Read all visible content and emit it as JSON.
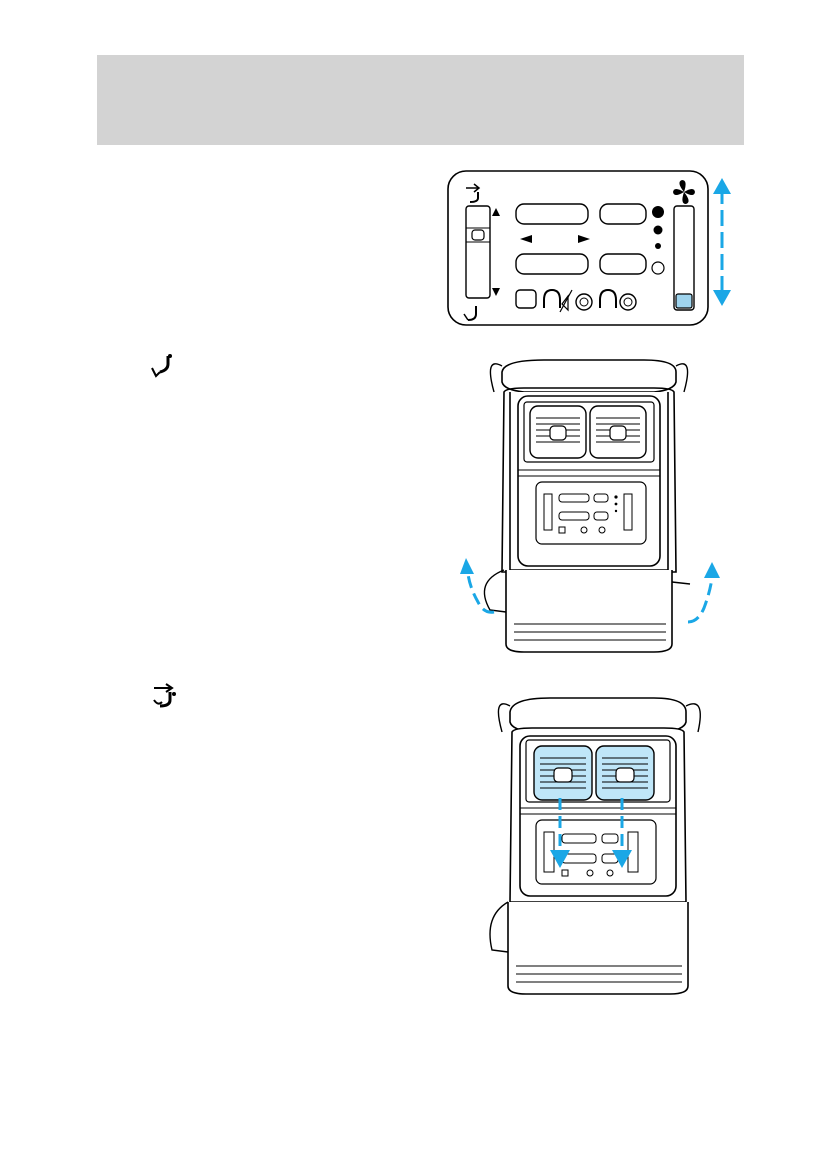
{
  "page": {
    "accent_color": "#1aa7e6",
    "header_band_color": "#d3d3d3"
  },
  "icons": {
    "floor_airflow": "floor-vent-airflow-icon",
    "panel_airflow": "panel-vent-airflow-icon",
    "fan": "fan-icon",
    "headphone": "headphone-icon",
    "mute_speaker": "speaker-mute-icon",
    "headphone_jack": "headphone-jack-icon"
  },
  "illustrations": {
    "control_panel": {
      "fan_speed_steps": 4
    },
    "console_floor_mode": {
      "airflow": "floor"
    },
    "console_panel_mode": {
      "airflow": "panel"
    }
  }
}
